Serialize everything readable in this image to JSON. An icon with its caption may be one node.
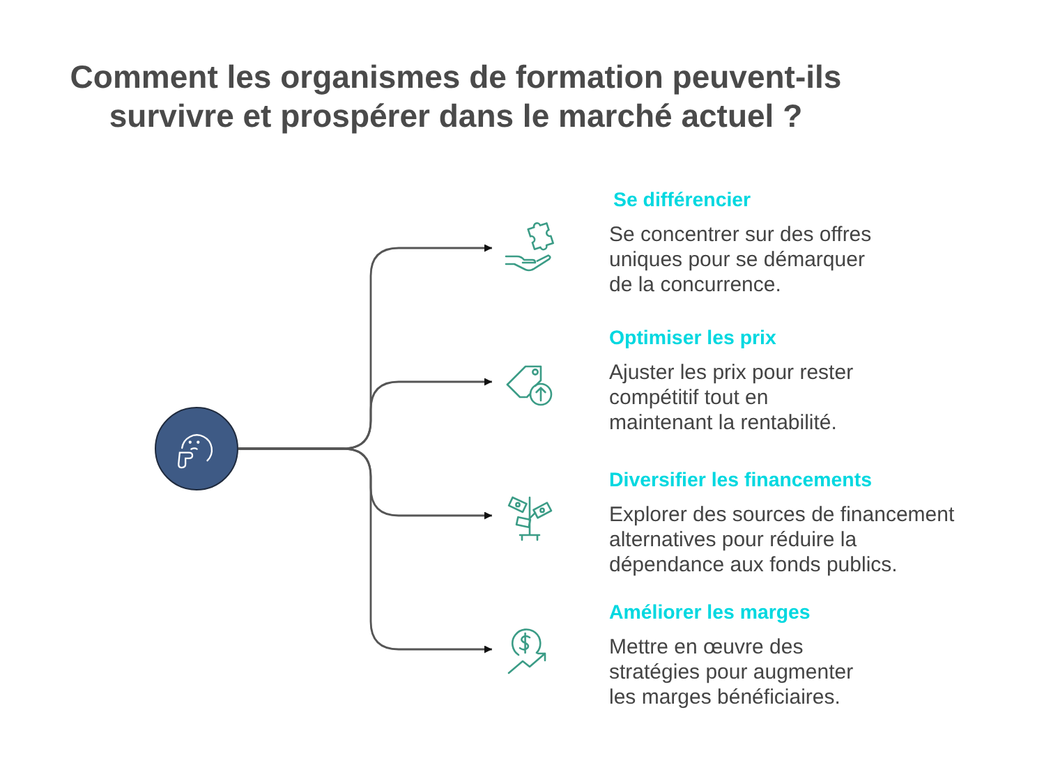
{
  "diagram": {
    "title": "Comment les organismes de formation peuvent-ils survivre et prospérer dans le marché actuel ?",
    "nodes": [
      {
        "text": [],
        "shape": "circle"
      },
      {
        "text": [
          "Se différencier",
          "Se concentrer sur des offres uniques pour se démarquer de la concurrence."
        ]
      },
      {
        "text": [
          "Optimiser les prix",
          "Ajuster les prix pour rester compétitif tout en maintenant la rentabilité."
        ]
      },
      {
        "text": [
          "Diversifier les financements",
          "Explorer des sources de financement alternatives pour réduire la dépendance aux fonds publics."
        ]
      },
      {
        "text": [
          "Améliorer les marges",
          "Mettre en œuvre des stratégies pour augmenter les marges bénéficiaires."
        ]
      }
    ],
    "edges": [
      {
        "from": 0,
        "to": 1,
        "arrow": "to"
      },
      {
        "from": 0,
        "to": 2,
        "arrow": "to"
      },
      {
        "from": 0,
        "to": 3,
        "arrow": "to"
      },
      {
        "from": 0,
        "to": 4,
        "arrow": "to"
      }
    ]
  }
}
